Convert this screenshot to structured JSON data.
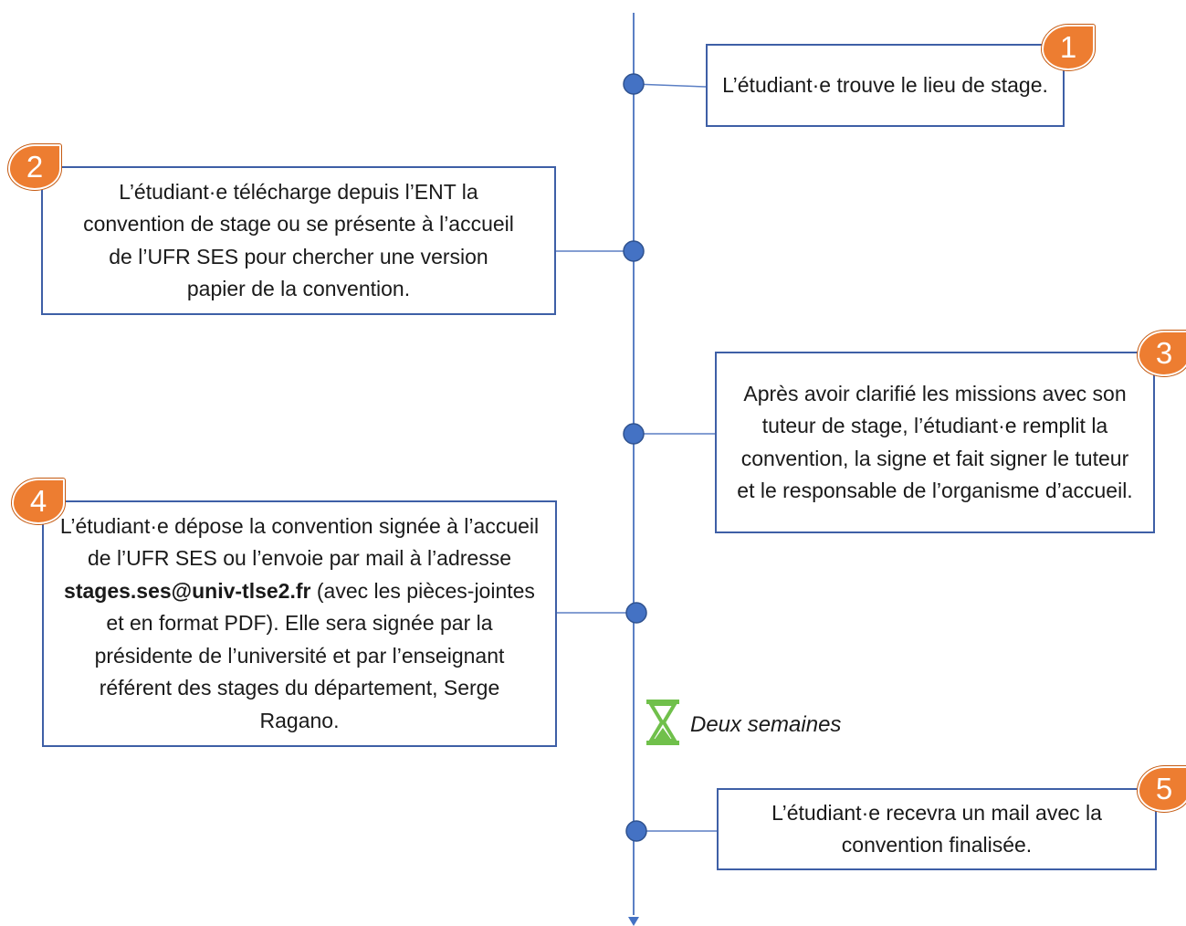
{
  "colors": {
    "axis": "#5b7fc4",
    "dot": "#4472c4",
    "box_border": "#3e5fa6",
    "badge": "#ed7d31",
    "hourglass": "#70c04b"
  },
  "steps": [
    {
      "number": "1",
      "text": "L’étudiant·e trouve le lieu de stage."
    },
    {
      "number": "2",
      "text": "L’étudiant·e télécharge depuis l’ENT la convention de stage ou se présente à l’accueil de l’UFR SES pour chercher une version papier de la convention."
    },
    {
      "number": "3",
      "text": "Après avoir clarifié les missions avec son tuteur de stage, l’étudiant·e remplit la convention, la signe et fait signer le tuteur et le responsable de l’organisme d’accueil."
    },
    {
      "number": "4",
      "text_before": "L’étudiant·e dépose la convention signée à l’accueil de l’UFR SES ou l’envoie par mail à l’adresse",
      "email": "stages.ses@univ-tlse2.fr",
      "text_after": "(avec les pièces-jointes et en format PDF). Elle sera signée par la présidente de l’université et par l’enseignant référent des stages du département, Serge Ragano."
    },
    {
      "number": "5",
      "text": "L’étudiant·e recevra un mail avec la convention finalisée."
    }
  ],
  "wait": {
    "icon": "hourglass-icon",
    "label": "Deux semaines"
  }
}
